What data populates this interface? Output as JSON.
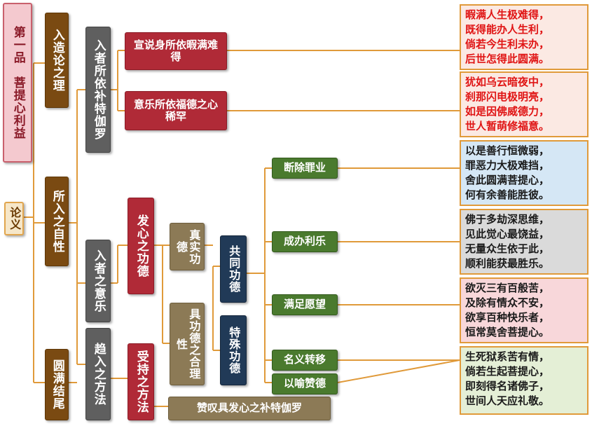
{
  "chapter": "第一品　菩提心利益",
  "root": "论义",
  "level1": [
    "入造论之理",
    "所入之自性",
    "圆满结尾"
  ],
  "level2": [
    "入者所依补特伽罗",
    "入者之意乐",
    "趋入之方法"
  ],
  "level3": [
    "宣说身所依暇满难得",
    "意乐所依福德之心稀罕",
    "发心之功德",
    "受持之方法"
  ],
  "level4": [
    "真实功德",
    "具功德之合理性",
    "赞叹具发心之补特伽罗"
  ],
  "level5": [
    "共同功德",
    "特殊功德"
  ],
  "level6": [
    "断除罪业",
    "成办利乐",
    "满足愿望",
    "名义转移",
    "以喻赞德"
  ],
  "verses": [
    [
      "暇满人生极难得，",
      "既得能办人生利，",
      "倘若今生利未办，",
      "后世怎得此圆满。"
    ],
    [
      "犹如乌云暗夜中，",
      "刹那闪电极明亮，",
      "如是因佛威德力，",
      "世人暂萌修福意。"
    ],
    [
      "以是善行恒微弱，",
      "罪恶力大极难挡，",
      "舍此圆满菩提心，",
      "何有余善能胜彼。"
    ],
    [
      "佛于多劫深思维，",
      "见此觉心最饶益，",
      "无量众生依于此，",
      "顺利能获最胜乐。"
    ],
    [
      "欲灭三有百般苦，",
      "及除有情众不安，",
      "欲享百种快乐者，",
      "恒常莫舍菩提心。"
    ],
    [
      "生死狱系苦有情，",
      "倘若生起菩提心，",
      "即刻得名诸佛子，",
      "世间人天应礼敬。"
    ]
  ]
}
